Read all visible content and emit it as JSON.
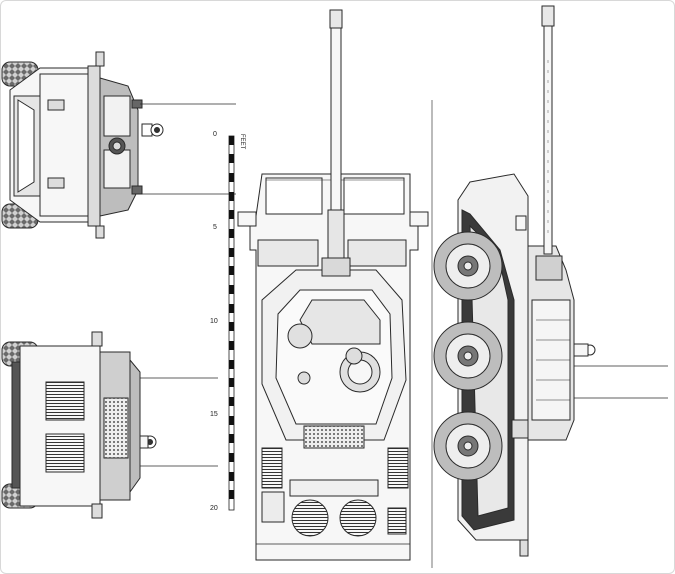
{
  "scale": {
    "unit": "FEET",
    "ticks": [
      "0",
      "5",
      "10",
      "15",
      "20"
    ]
  },
  "colors": {
    "line": "#2a2a2a",
    "hull": "#f7f7f7",
    "shade": "#c9c9c9",
    "dark": "#3a3a3a",
    "tire": "#bdbdbd"
  },
  "views": [
    "front-view",
    "rear-view",
    "top-view",
    "side-view"
  ]
}
